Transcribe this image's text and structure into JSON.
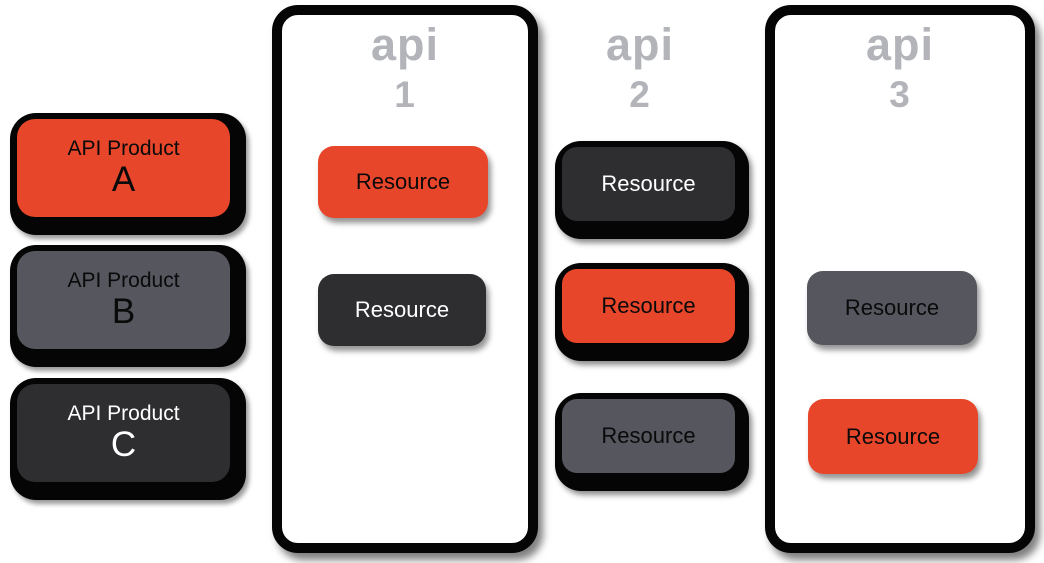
{
  "colors": {
    "orange": "#E8462B",
    "gray": "#55565E",
    "dark": "#2E2E30",
    "title_gray": "#B2B4B9",
    "outline_black": "#050505",
    "text_on_light": "#0A0A0A",
    "text_on_dark": "#FFFFFF"
  },
  "products": [
    {
      "label_line1": "API Product",
      "label_line2": "A",
      "variant": "orange"
    },
    {
      "label_line1": "API Product",
      "label_line2": "B",
      "variant": "gray"
    },
    {
      "label_line1": "API Product",
      "label_line2": "C",
      "variant": "dark"
    }
  ],
  "apis": [
    {
      "title": "api",
      "number": "1",
      "has_container": true,
      "resources": [
        {
          "label": "Resource",
          "variant": "orange"
        },
        {
          "label": "Resource",
          "variant": "dark"
        }
      ]
    },
    {
      "title": "api",
      "number": "2",
      "has_container": false,
      "resources": [
        {
          "label": "Resource",
          "variant": "dark"
        },
        {
          "label": "Resource",
          "variant": "orange"
        },
        {
          "label": "Resource",
          "variant": "gray"
        }
      ]
    },
    {
      "title": "api",
      "number": "3",
      "has_container": true,
      "resources": [
        {
          "label": "Resource",
          "variant": "gray"
        },
        {
          "label": "Resource",
          "variant": "orange"
        }
      ]
    }
  ]
}
